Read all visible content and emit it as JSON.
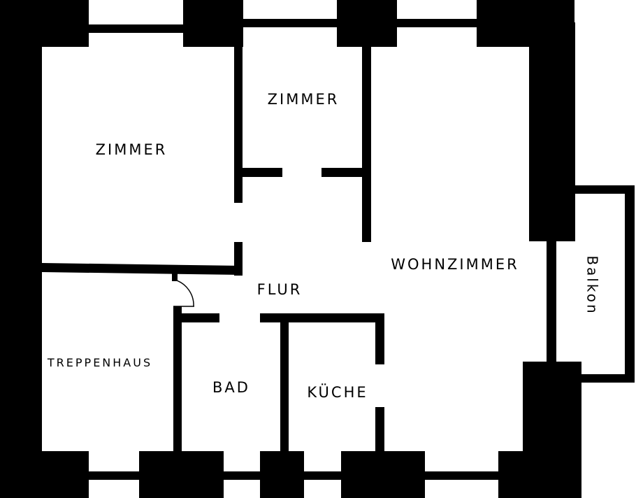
{
  "plan": {
    "colors": {
      "wall": "#000000",
      "background": "#ffffff"
    },
    "rooms": {
      "zimmer_left": "ZIMMER",
      "zimmer_top": "ZIMMER",
      "wohnzimmer": "WOHNZIMMER",
      "flur": "FLUR",
      "treppenhaus": "TREPPENHAUS",
      "bad": "BAD",
      "kueche": "KÜCHE",
      "balkon": "Balkon"
    }
  }
}
